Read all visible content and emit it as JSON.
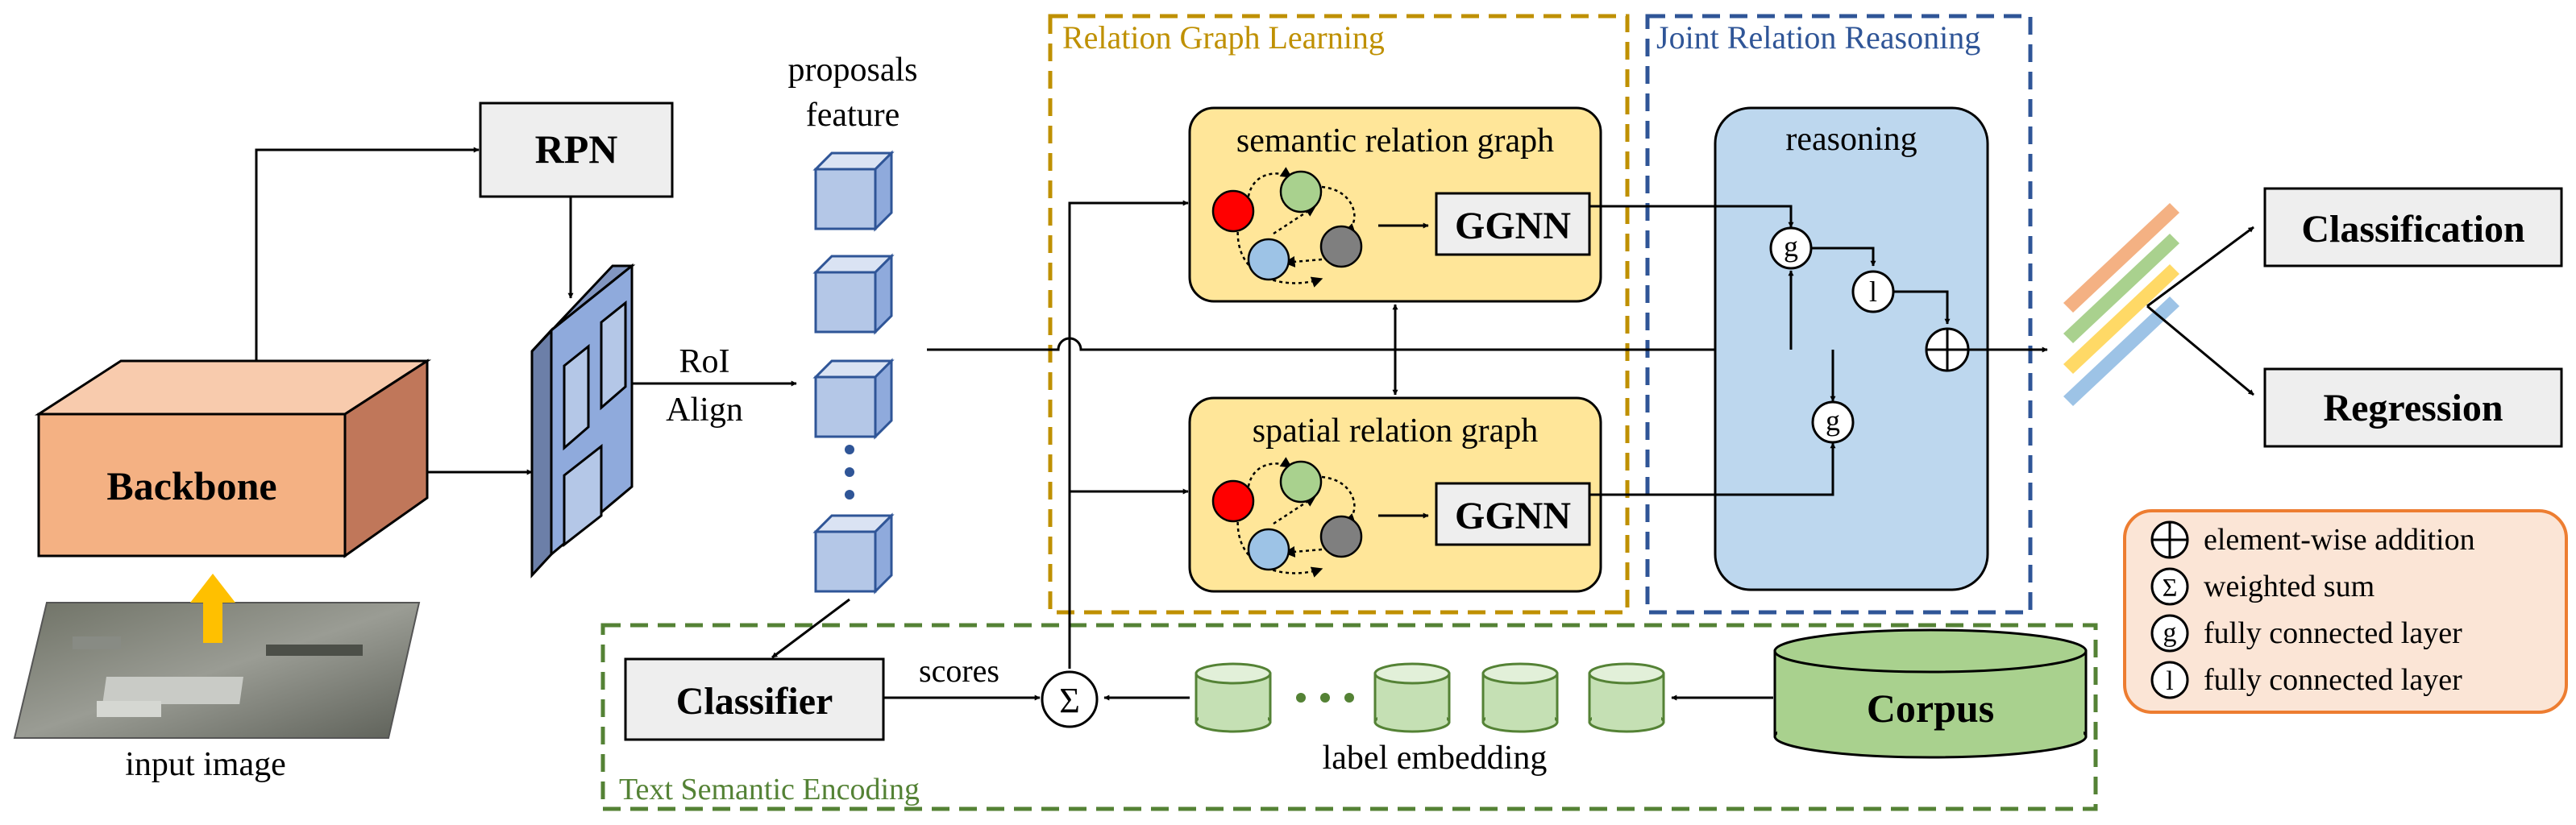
{
  "backbone": {
    "label": "Backbone"
  },
  "input_image": {
    "caption": "input image"
  },
  "rpn": {
    "label": "RPN"
  },
  "roi_align": {
    "line1": "RoI",
    "line2": "Align"
  },
  "proposals": {
    "line1": "proposals",
    "line2": "feature"
  },
  "relation_graph_learning": {
    "title": "Relation Graph Learning",
    "semantic_graph": {
      "title": "semantic relation graph",
      "ggnn": "GGNN"
    },
    "spatial_graph": {
      "title": "spatial relation graph",
      "ggnn": "GGNN"
    }
  },
  "joint_relation_reasoning": {
    "title": "Joint Relation Reasoning",
    "reasoning": "reasoning",
    "g_symbol": "g",
    "l_symbol": "l"
  },
  "outputs": {
    "classification": "Classification",
    "regression": "Regression"
  },
  "text_semantic_encoding": {
    "title": "Text Semantic Encoding",
    "classifier": "Classifier",
    "scores": "scores",
    "sigma": "Σ",
    "label_embedding": "label embedding",
    "corpus": "Corpus"
  },
  "legend": {
    "items": [
      {
        "symbol": "add",
        "text": "element-wise addition"
      },
      {
        "symbol": "Σ",
        "text": "weighted sum"
      },
      {
        "symbol": "g",
        "text": "fully connected layer"
      },
      {
        "symbol": "l",
        "text": "fully connected layer"
      }
    ]
  },
  "colors": {
    "backbone": "#f4b183",
    "rpn": "#eeeeee",
    "cube": "#b4c7e7",
    "graph_panel": "#ffe699",
    "reasoning_panel": "#bdd7ee",
    "rgl_border": "#bf9000",
    "jrr_border": "#2f5597",
    "tse_border": "#548235",
    "embedding": "#c5e0b4",
    "corpus": "#a9d18e",
    "legend_fill": "#fbe5d6",
    "legend_border": "#ed7d31",
    "node_red": "#ff0000",
    "node_green": "#a9d18e",
    "node_blue": "#9dc3e6",
    "node_gray": "#7f7f7f",
    "feature_orange": "#f4b183",
    "feature_green": "#a9d18e",
    "feature_yellow": "#ffd966",
    "feature_blue": "#9dc3e6"
  }
}
